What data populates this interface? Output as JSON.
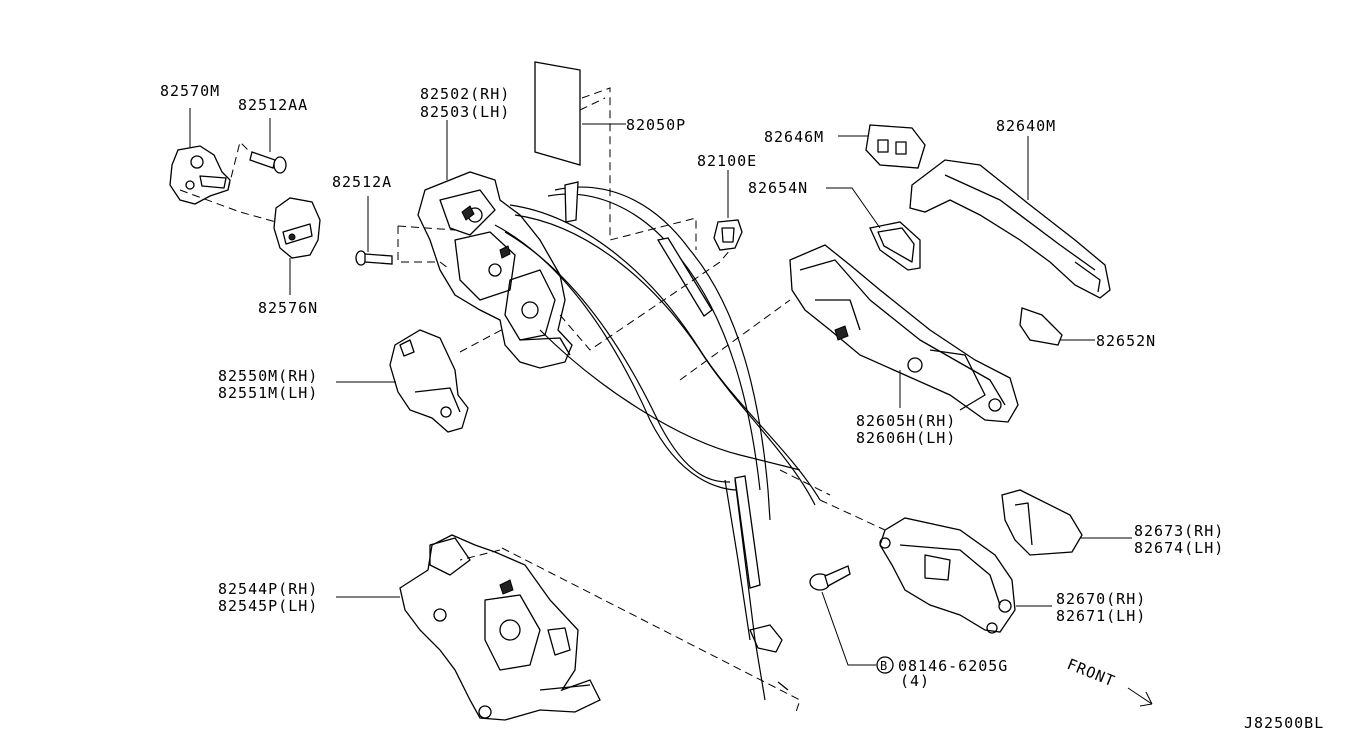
{
  "labels": {
    "p82570M": "82570M",
    "p82512AA": "82512AA",
    "p82502": "82502(RH)",
    "p82503": "82503(LH)",
    "p82050P": "82050P",
    "p82100E": "82100E",
    "p82646M": "82646M",
    "p82640M": "82640M",
    "p82654N": "82654N",
    "p82512A": "82512A",
    "p82576N": "82576N",
    "p82652N": "82652N",
    "p82550M": "82550M(RH)",
    "p82551M": "82551M(LH)",
    "p82605H": "82605H(RH)",
    "p82606H": "82606H(LH)",
    "p82673": "82673(RH)",
    "p82674": "82674(LH)",
    "p82544P": "82544P(RH)",
    "p82545P": "82545P(LH)",
    "p82670": "82670(RH)",
    "p82671": "82671(LH)",
    "bolt_b": "B",
    "bolt_part": "08146-6205G",
    "bolt_qty": "(4)",
    "front": "FRONT",
    "diagram_id": "J82500BL"
  }
}
